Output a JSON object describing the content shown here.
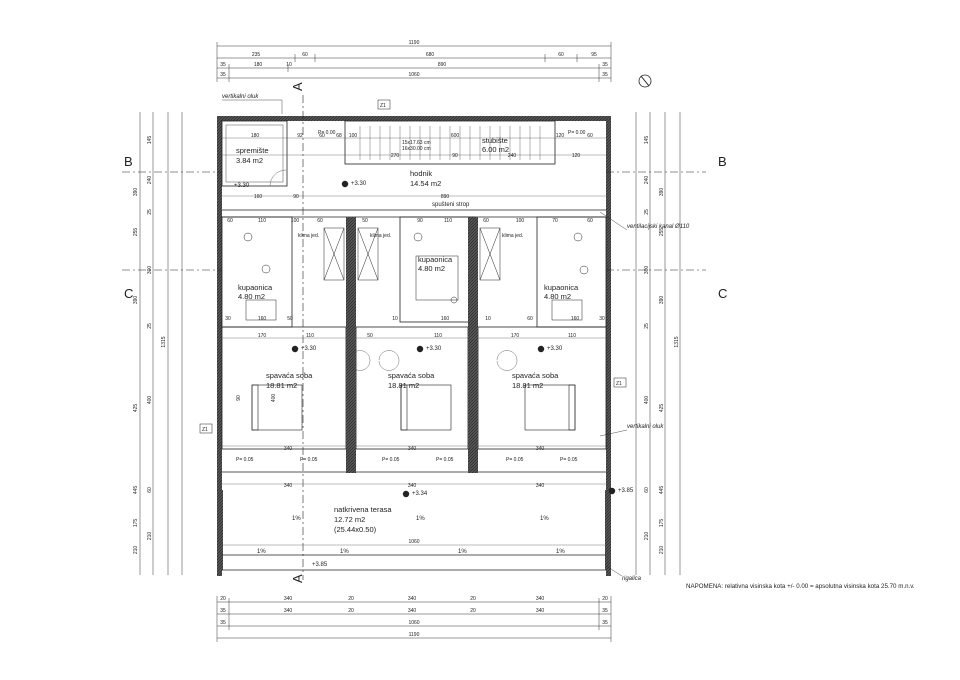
{
  "dimensions": {
    "top_total": "1190",
    "top_row2": [
      "235",
      "60",
      "680",
      "60",
      "95"
    ],
    "top_row3_left": [
      "35",
      "180",
      "10"
    ],
    "top_row3_mid": "890",
    "top_row3_right": "35",
    "top_row4_left": "35",
    "top_row4_mid": "1060",
    "top_row4_right": "35",
    "bottom_row1": [
      "20",
      "340",
      "20",
      "340",
      "20",
      "340",
      "20"
    ],
    "bottom_row2": [
      "35",
      "340",
      "20",
      "340",
      "20",
      "340",
      "35"
    ],
    "bottom_row3_left": "35",
    "bottom_row3_mid": "1060",
    "bottom_row3_right": "35",
    "bottom_total": "1190",
    "left_col1": [
      "390",
      "255",
      "390",
      "425",
      "445",
      "175",
      "210"
    ],
    "left_col2": [
      "145",
      "240",
      "25",
      "300",
      "25",
      "400",
      "60",
      "210"
    ],
    "left_col3": [
      "1315"
    ],
    "right_col1": [
      "390",
      "255",
      "390",
      "425",
      "445",
      "175",
      "210"
    ],
    "right_col2": [
      "145",
      "240",
      "25",
      "300",
      "25",
      "400",
      "60",
      "210"
    ],
    "right_col3": [
      "1315"
    ],
    "inner_top": [
      "180",
      "92",
      "60",
      "68",
      "100",
      "600",
      "120",
      "60"
    ],
    "inner_row2": [
      "270",
      "90",
      "240",
      "120"
    ],
    "inner_row3": [
      "160",
      "90"
    ],
    "inner_row4": [
      "890"
    ],
    "inner_bath": [
      "60",
      "110",
      "100",
      "60",
      "50",
      "90",
      "110",
      "60",
      "100",
      "70",
      "60"
    ],
    "inner_bath2": [
      "30",
      "160",
      "50",
      "10",
      "160",
      "10",
      "60",
      "160",
      "30"
    ],
    "inner_bed": [
      "170",
      "110",
      "50",
      "110",
      "170",
      "110"
    ],
    "inner_bed2": [
      "340",
      "340",
      "340"
    ],
    "inner_terrace": [
      "340",
      "340",
      "340"
    ],
    "terrace_1060": "1060",
    "bed_400": "400",
    "bed_90": "90"
  },
  "rooms": {
    "spremiste": {
      "name": "spremište",
      "area": "3.84 m2"
    },
    "stubiste": {
      "name": "stubište",
      "area": "6.00 m2"
    },
    "hodnik": {
      "name": "hodnik",
      "area": "14.54 m2"
    },
    "bath1": {
      "name": "kupaonica",
      "area": "4.80 m2"
    },
    "bath2": {
      "name": "kupaonica",
      "area": "4.80 m2"
    },
    "bath3": {
      "name": "kupaonica",
      "area": "4.80 m2"
    },
    "bed1": {
      "name": "spavaća soba",
      "area": "18.81 m2"
    },
    "bed2": {
      "name": "spavaća soba",
      "area": "18.81 m2"
    },
    "bed3": {
      "name": "spavaća soba",
      "area": "18.81 m2"
    },
    "terrace": {
      "name": "natkrivena terasa",
      "area": "12.72 m2",
      "formula": "(25.44x0.50)"
    }
  },
  "labels": {
    "vertikalni_oluk_top": "vertikalni oluk",
    "vertikalni_oluk_right": "vertikalni oluk",
    "ventilacijski_kanal": "ventilacijski kanal Ø110",
    "spusteni_strop": "spušteni strop",
    "klima_1": "klima jed.",
    "klima_2": "klima jed.",
    "klima_3": "klima jed.",
    "rigalica": "rigalica",
    "stairs_info": "15x17.63 cm",
    "stairs_info2": "16x30.00 cm",
    "z1": "Z1"
  },
  "levels": {
    "p000_top": "P= 0.00",
    "p000_right": "P= 0.00",
    "l330_hall": "+3.30",
    "l330_b1": "+3.30",
    "l330_b2": "+3.30",
    "l330_b3": "+3.30",
    "l330_store": "+3.30",
    "l334": "+3.34",
    "l385": "+3.85",
    "l385_b": "+3.85",
    "p005": [
      "P= 0.05",
      "P= 0.05",
      "P= 0.05",
      "P= 0.05",
      "P= 0.05",
      "P= 0.05"
    ]
  },
  "slopes": [
    "1%",
    "1%",
    "1%",
    "1%",
    "1%",
    "1%",
    "1%"
  ],
  "axes": {
    "A": "A",
    "B": "B",
    "C": "C"
  },
  "note": "NAPOMENA: relativna visinska kota  +/- 0.00 = apsolutna visinska kota 25.70 m.n.v."
}
